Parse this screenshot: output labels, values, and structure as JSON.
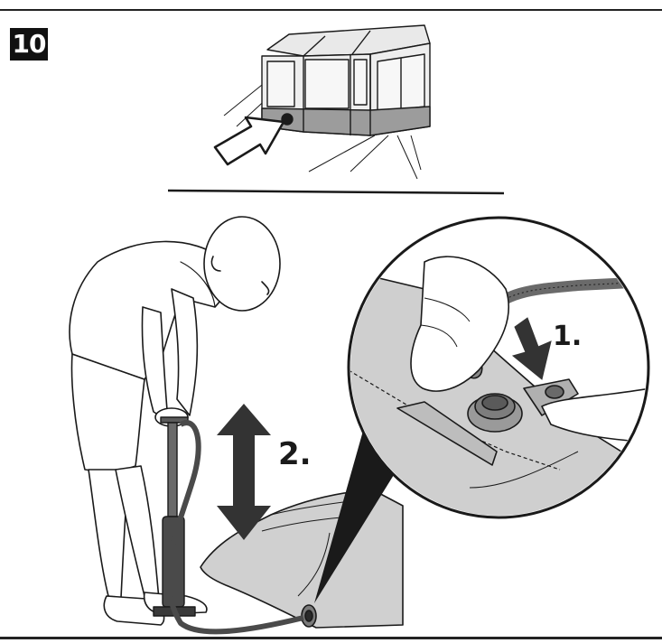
{
  "step": {
    "number": "10"
  },
  "labels": {
    "step1": "1.",
    "step2": "2."
  },
  "colors": {
    "ink": "#1a1a1a",
    "fabric": "#cfcfcf",
    "fabric_dark": "#9a9a9a",
    "pump": "#4a4a4a",
    "arrow": "#333333",
    "tent_panel": "#e6e6e6",
    "tent_band": "#9c9c9c"
  },
  "icons": {
    "arrow_indicator": "outline-arrow-icon",
    "pump_direction": "double-arrow-icon",
    "push_direction": "down-arrow-icon"
  }
}
